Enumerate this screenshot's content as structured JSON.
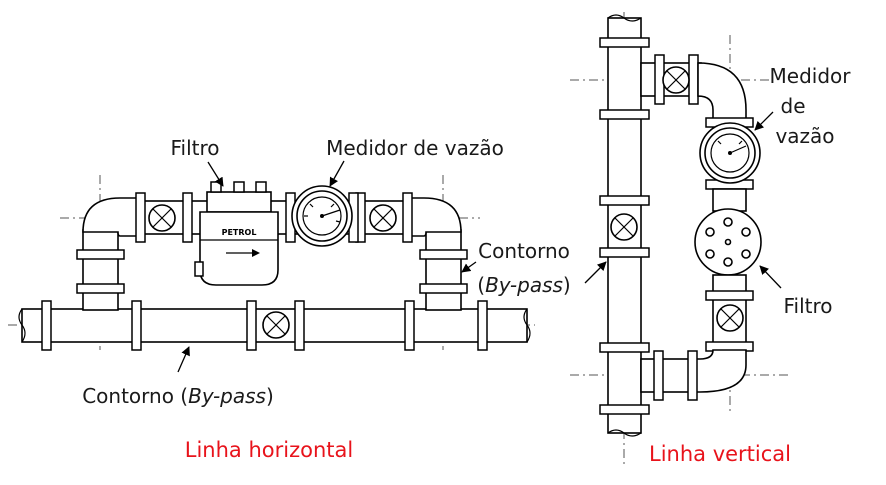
{
  "horizontal": {
    "filter_label": "Filtro",
    "meter_label": "Medidor de vazão",
    "bypass_label_line1": "Contorno",
    "bypass_label_line2": "By-pass",
    "bypass_label_bottom_prefix": "Contorno (",
    "bypass_label_bottom_italic": "By-pass",
    "bypass_label_bottom_suffix": ")",
    "caption": "Linha horizontal",
    "filter_body_text": "PETROL"
  },
  "vertical": {
    "meter_label_line1": "Medidor",
    "meter_label_line2": "de",
    "meter_label_line3": "vazão",
    "filter_label": "Filtro",
    "caption": "Linha vertical"
  },
  "paren_open": "(",
  "paren_close": ")",
  "colors": {
    "caption": "#e8131b",
    "line": "#000000",
    "centerline": "#555555"
  }
}
